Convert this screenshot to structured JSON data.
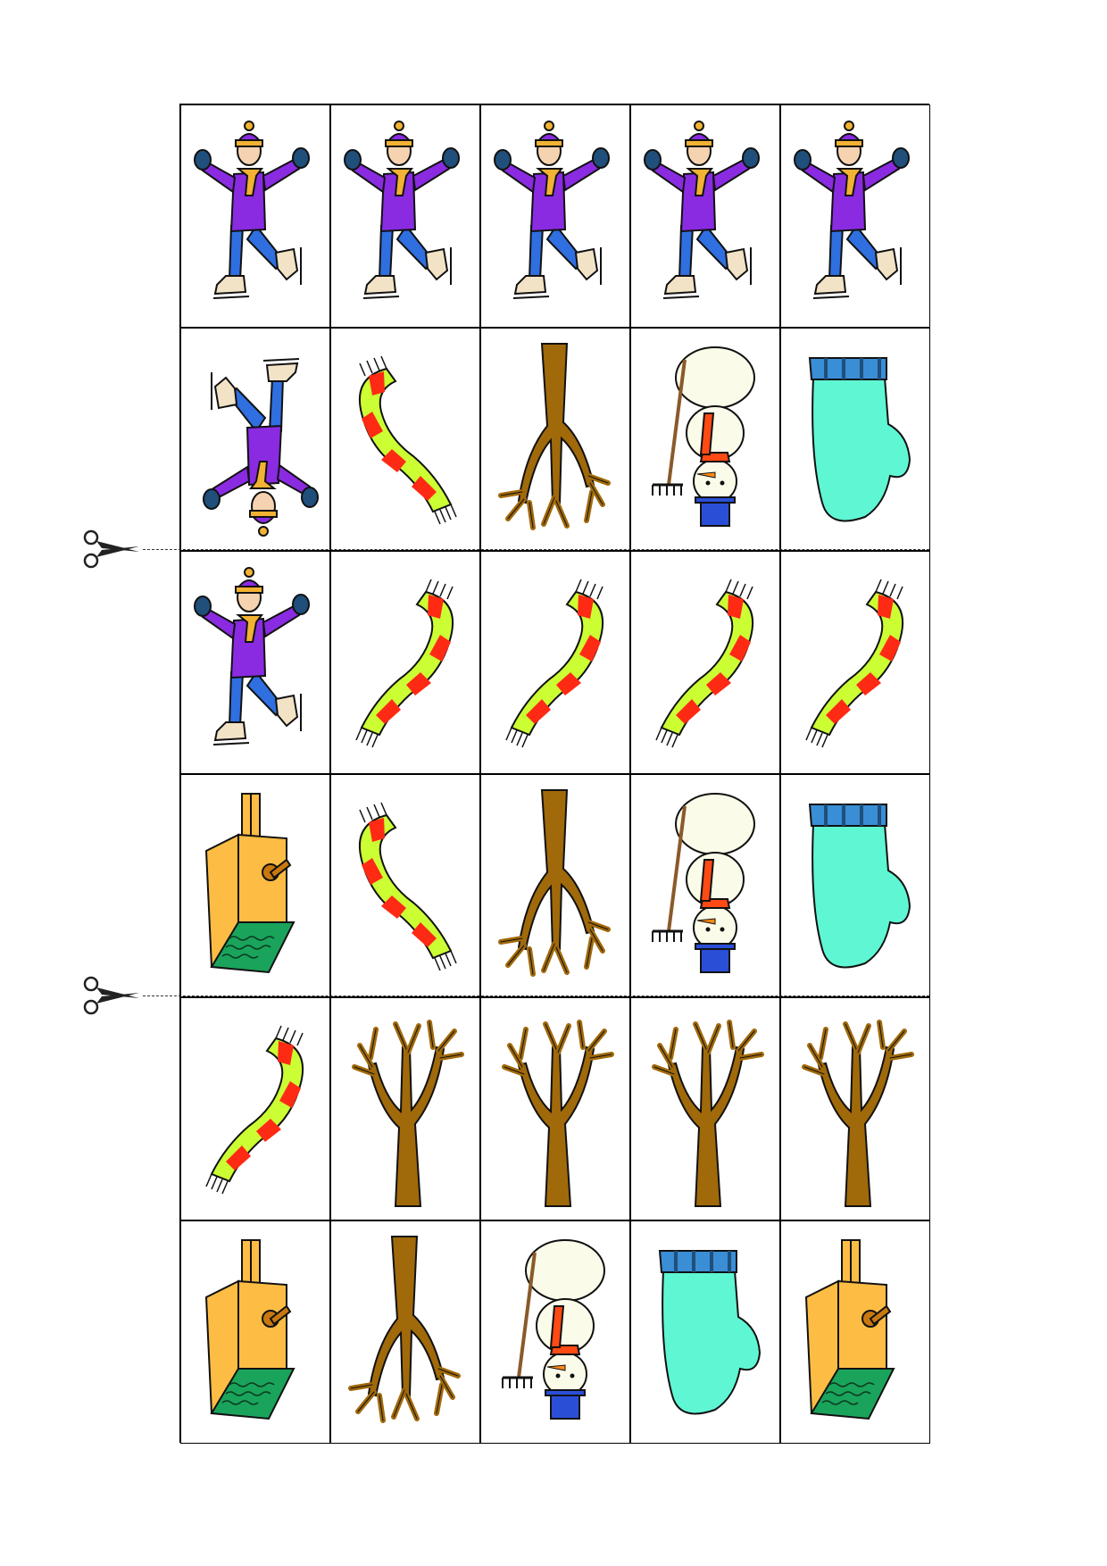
{
  "grid": {
    "rows": [
      [
        "skater",
        "skater",
        "skater",
        "skater",
        "skater"
      ],
      [
        "skater-upside-down",
        "scarf-mirrored",
        "tree-upside-down",
        "snowman-upside-down",
        "mitten"
      ],
      [
        "skater",
        "scarf",
        "scarf",
        "scarf",
        "scarf"
      ],
      [
        "birdhouse",
        "scarf-mirrored",
        "tree-upside-down",
        "snowman-upside-down",
        "mitten"
      ],
      [
        "scarf",
        "tree",
        "tree",
        "tree",
        "tree"
      ],
      [
        "birdhouse",
        "tree-upside-down",
        "snowman-upside-down",
        "mitten",
        "birdhouse"
      ]
    ]
  },
  "cut_lines": [
    "scissors-icon",
    "scissors-icon"
  ],
  "colors": {
    "outline": "#111111",
    "sweater": "#8a2be2",
    "jeans": "#2f6fe0",
    "skin": "#f6d3b0",
    "scarf_red": "#ff2a14",
    "scarf_lime": "#ccff33",
    "hat_yellow": "#f2b233",
    "mitten_dark": "#1f4f7a",
    "bark": "#a0690a",
    "mitten_cyan": "#5ff6d4",
    "mitten_cuff": "#3a8ed6",
    "birdhouse": "#fdbd45",
    "birdhouse_roof": "#1aa35b",
    "snow": "#fbfbe9",
    "snowman_red": "#ff4a14",
    "snowman_blue": "#2a4fd6"
  }
}
